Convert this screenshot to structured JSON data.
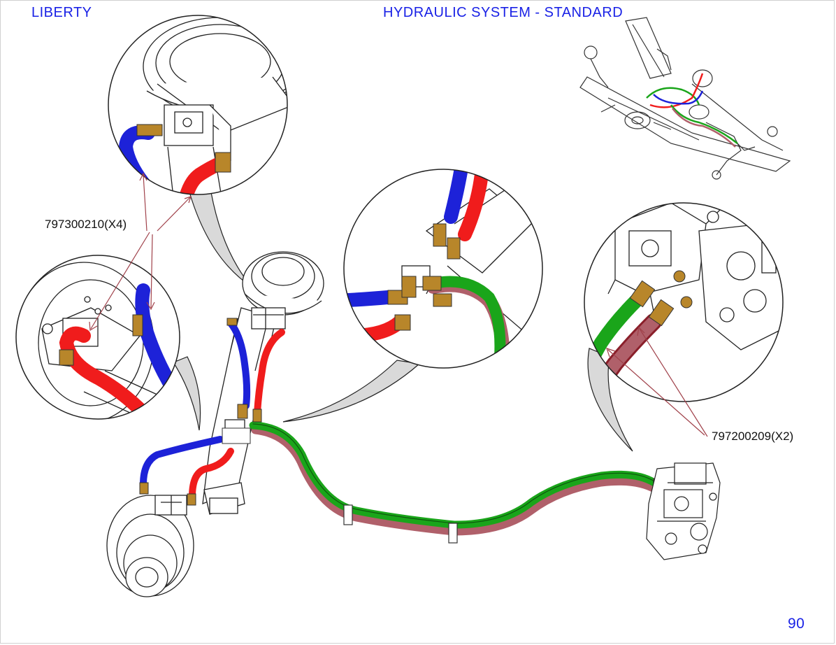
{
  "header": {
    "brand": "LIBERTY",
    "title": "HYDRAULIC SYSTEM - STANDARD"
  },
  "page_number": "90",
  "part_numbers": {
    "steering_hoses": "797300210(X4)",
    "pump_hoses": "797200209(X2)"
  },
  "colors": {
    "text": "#1a22e6",
    "hose_blue": "#1d22d8",
    "hose_red": "#f01c1c",
    "hose_green": "#1aa51a",
    "hose_maroon": "#b0606a",
    "fitting": "#b8862a",
    "leader": "#a0414a",
    "outline": "#222222"
  }
}
